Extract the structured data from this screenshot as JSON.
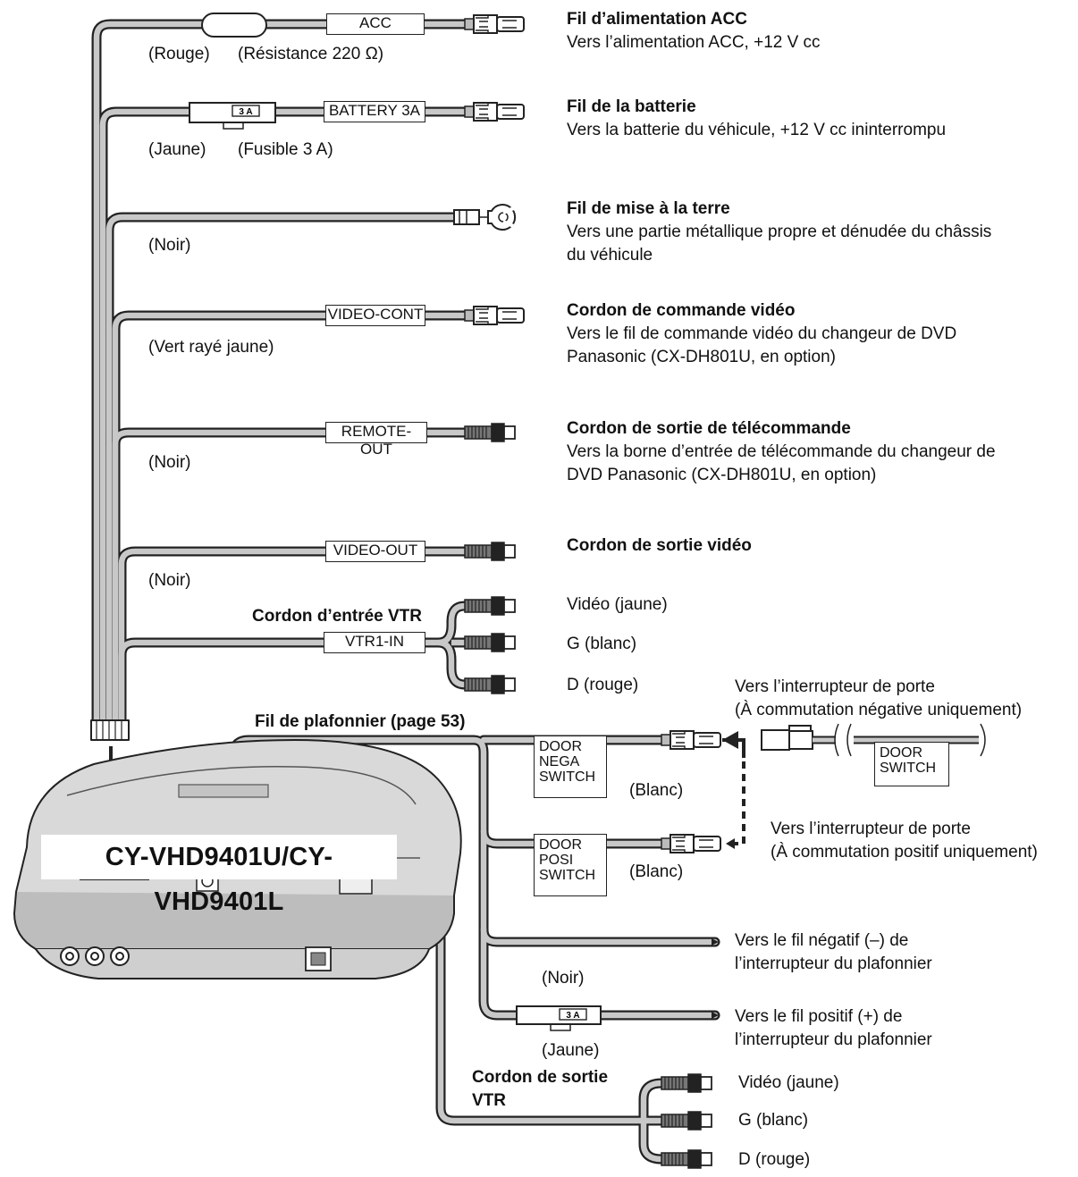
{
  "leads": {
    "acc": {
      "label": "ACC",
      "colour": "(Rouge)",
      "part": "(Résistance 220 Ω)",
      "title": "Fil d’alimentation ACC",
      "lines": [
        "Vers l’alimentation ACC, +12 V cc"
      ]
    },
    "battery": {
      "label": "BATTERY 3A",
      "colour": "(Jaune)",
      "part": "(Fusible 3 A)",
      "fuse": "3 A",
      "title": "Fil de la batterie",
      "lines": [
        "Vers la batterie du véhicule, +12 V cc ininterrompu"
      ]
    },
    "ground": {
      "colour": "(Noir)",
      "title": "Fil de mise à la terre",
      "lines": [
        "Vers une partie métallique propre et dénudée du châssis",
        "du véhicule"
      ]
    },
    "video_cont": {
      "label": "VIDEO-CONT",
      "colour": "(Vert rayé jaune)",
      "title": "Cordon de commande vidéo",
      "lines": [
        "Vers le fil de commande vidéo du changeur de DVD",
        "Panasonic (CX-DH801U, en option)"
      ]
    },
    "remote_out": {
      "label": "REMOTE-OUT",
      "colour": "(Noir)",
      "title": "Cordon de sortie de télécommande",
      "lines": [
        "Vers la borne d’entrée de télécommande du changeur de",
        "DVD Panasonic (CX-DH801U, en option)"
      ]
    },
    "video_out": {
      "label": "VIDEO-OUT",
      "colour": "(Noir)",
      "title": "Cordon de sortie vidéo"
    },
    "vtr_in": {
      "label": "VTR1-IN",
      "title": "Cordon d’entrée VTR",
      "outputs": [
        "Vidéo (jaune)",
        "G (blanc)",
        "D (rouge)"
      ]
    }
  },
  "dome": {
    "title": "Fil de plafonnier (page 53)",
    "nega_box": [
      "DOOR",
      "NEGA",
      "SWITCH"
    ],
    "posi_box": [
      "DOOR",
      "POSI",
      "SWITCH"
    ],
    "blanc_1": "(Blanc)",
    "blanc_2": "(Blanc)",
    "door_switch_box": [
      "DOOR",
      "SWITCH"
    ],
    "to_door_neg": [
      "Vers l’interrupteur de porte",
      "(À commutation négative uniquement)"
    ],
    "to_door_pos": [
      "Vers l’interrupteur de porte",
      "(À commutation positif uniquement)"
    ],
    "neg_lead": [
      "Vers le fil négatif (–) de",
      "l’interrupteur du plafonnier"
    ],
    "pos_lead": [
      "Vers le fil positif (+) de",
      "l’interrupteur du plafonnier"
    ],
    "noir": "(Noir)",
    "jaune": "(Jaune)",
    "fuse": "3 A"
  },
  "vtr_out": {
    "title_lines": [
      "Cordon de sortie",
      "VTR"
    ],
    "outputs": [
      "Vidéo (jaune)",
      "G (blanc)",
      "D (rouge)"
    ]
  },
  "unit": {
    "model": "CY-VHD9401U/CY-VHD9401L"
  },
  "colors": {
    "line": "#222222",
    "cable_fill": "#c8c8c8",
    "unit_fill": "#d9d9d9",
    "unit_dark": "#b9b9b9"
  }
}
